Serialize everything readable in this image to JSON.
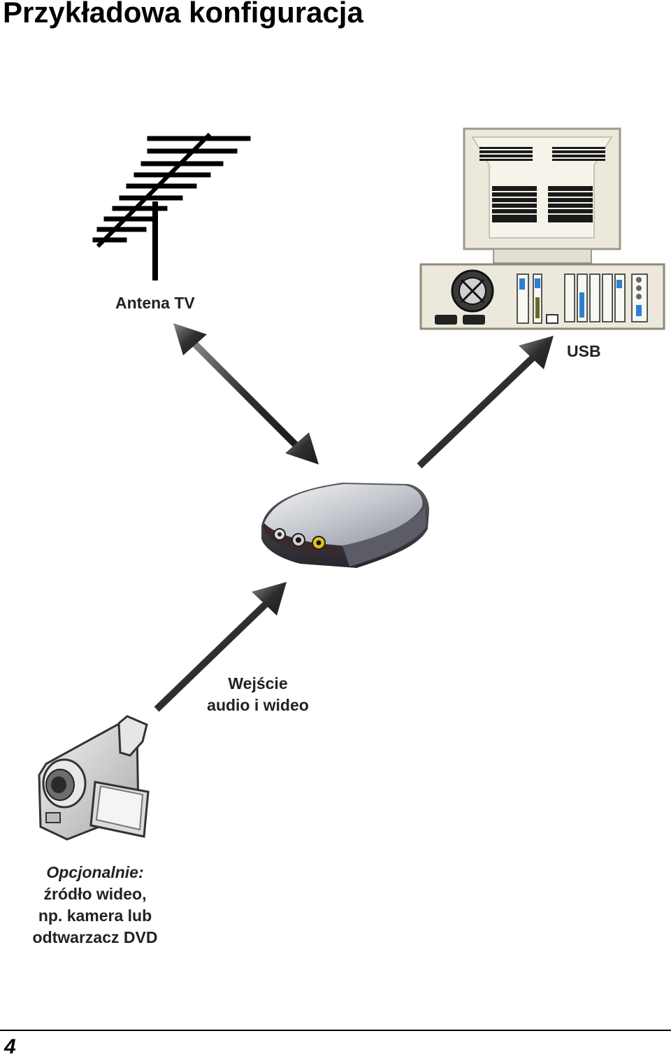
{
  "page": {
    "title": "Przykładowa konfiguracja",
    "page_number": "4"
  },
  "labels": {
    "antenna": "Antena TV",
    "usb": "USB",
    "av_input": [
      "Wejście",
      "audio i wideo"
    ],
    "optional": [
      "Opcjonalnie:",
      "źródło wideo,",
      "np. kamera lub",
      "odtwarzacz DVD"
    ]
  },
  "icons": [
    "tv-antenna-icon",
    "desktop-computer-icon",
    "tv-tuner-box-icon",
    "camcorder-icon"
  ],
  "colors": {
    "arrow": "#2b2b2b",
    "computer_case": "#ece9dc",
    "device_body": "#c9ccd2",
    "device_base": "#3c3c44"
  }
}
